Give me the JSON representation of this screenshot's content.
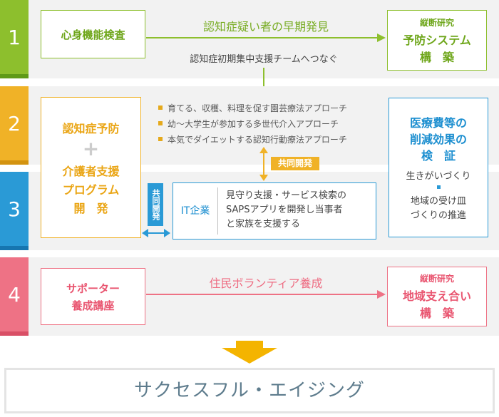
{
  "colors": {
    "green": "#8dbf2d",
    "yellow": "#f0b227",
    "blue": "#2a9ad6",
    "pink": "#ee7285",
    "gray_text": "#5a7a8c"
  },
  "row1": {
    "number": "1",
    "left_box": "心身機能検査",
    "arrow_label": "認知症疑い者の早期発見",
    "right_box": {
      "line1": "縦断研究",
      "line2": "予防システム",
      "line3": "構　築"
    },
    "sub_label": "認知症初期集中支援チームへつなぐ"
  },
  "row2": {
    "number": "2",
    "left_box": {
      "line1": "認知症予防",
      "plus": "+",
      "line2": "介護者支援",
      "line3": "プログラム",
      "line4": "開　発"
    },
    "bullets": [
      "育てる、収穫、料理を促す園芸療法アプローチ",
      "幼～大学生が参加する多世代介入アプローチ",
      "本気でダイエットする認知行動療法アプローチ"
    ],
    "joint_label": "共同開発",
    "right_box": {
      "line1": "医療費等の",
      "line2": "削減効果の",
      "line3": "検　証",
      "item1": "生きがいづくり",
      "item2_line1": "地域の受け皿",
      "item2_line2": "づくりの推進"
    }
  },
  "row3": {
    "number": "3",
    "joint_vertical": "共同開発",
    "it_label": "IT企業",
    "it_desc_line1": "見守り支援・サービス検索の",
    "it_desc_line2": "SAPSアプリを開発し当事者",
    "it_desc_line3": "と家族を支援する"
  },
  "row4": {
    "number": "4",
    "left_box": {
      "line1": "サポーター",
      "line2": "養成講座"
    },
    "arrow_label": "住民ボランティア養成",
    "right_box": {
      "line1": "縦断研究",
      "line2": "地域支え合い",
      "line3": "構　築"
    }
  },
  "result": "サクセスフル・エイジング"
}
